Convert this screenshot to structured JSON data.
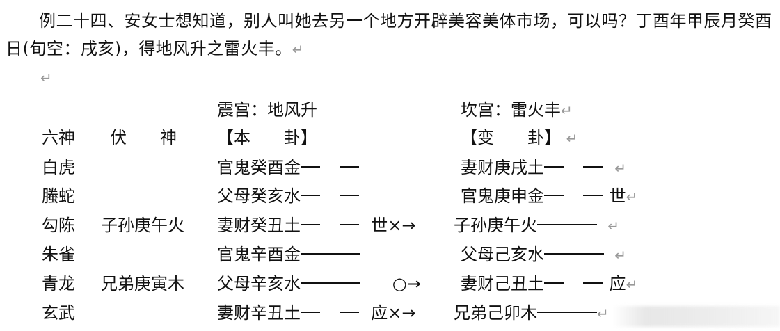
{
  "paragraph": {
    "text": "例二十四、安女士想知道，别人叫她去另一个地方开辟美容美体市场，可以吗？丁酉年甲辰月癸酉日(旬空：戌亥)，得地风升之雷火丰。"
  },
  "para_mark": "↵",
  "table": {
    "ben_title": "震宫：地风升",
    "bian_title": "坎宫：雷火丰",
    "header": {
      "god": "六神",
      "fu": "伏　　神",
      "ben": "【本　　卦】",
      "bian": "【变　　卦】"
    },
    "rows": [
      {
        "god": "白虎",
        "fu": "",
        "ben": "官鬼癸酉金",
        "ben_line": "yin",
        "ben_mark": "",
        "bian": "妻财庚戌土",
        "bian_line": "yin",
        "bian_mark": ""
      },
      {
        "god": "螣蛇",
        "fu": "",
        "ben": "父母癸亥水",
        "ben_line": "yin",
        "ben_mark": "",
        "bian": "官鬼庚申金",
        "bian_line": "yin",
        "bian_mark": "世"
      },
      {
        "god": "勾陈",
        "fu": "子孙庚午火",
        "ben": "妻财癸丑土",
        "ben_line": "yin",
        "ben_mark": "世×→",
        "bian": "子孙庚午火",
        "bian_line": "yang",
        "bian_mark": ""
      },
      {
        "god": "朱雀",
        "fu": "",
        "ben": "官鬼辛酉金",
        "ben_line": "yang",
        "ben_mark": "",
        "bian": "父母己亥水",
        "bian_line": "yang",
        "bian_mark": ""
      },
      {
        "god": "青龙",
        "fu": "兄弟庚寅木",
        "ben": "父母辛亥水",
        "ben_line": "yang",
        "ben_mark": "○→",
        "bian": "妻财己丑土",
        "bian_line": "yin",
        "bian_mark": "应"
      },
      {
        "god": "玄武",
        "fu": "",
        "ben": "妻财辛丑土",
        "ben_line": "yin",
        "ben_mark": "应×→",
        "bian": "兄弟己卯木",
        "bian_line": "yang",
        "bian_mark": ""
      }
    ]
  }
}
